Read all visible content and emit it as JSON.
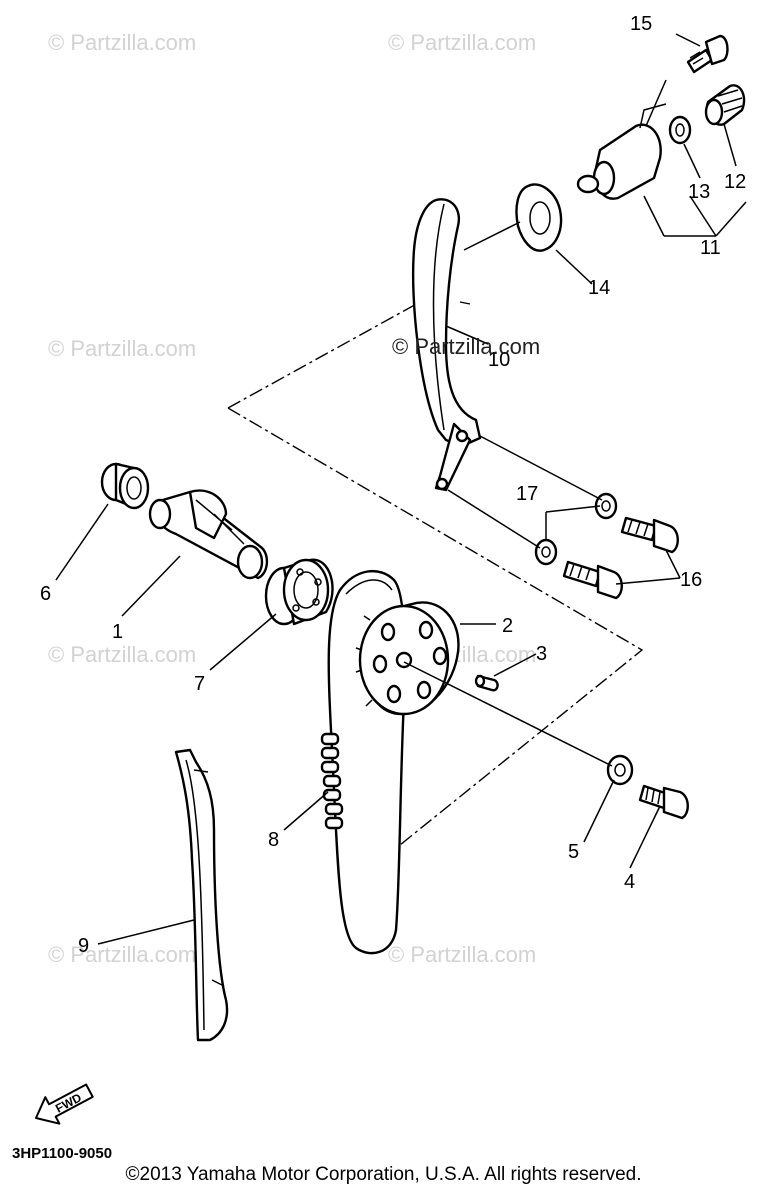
{
  "watermark": "© Partzilla.com",
  "diagram_code": "3HP1100-9050",
  "copyright": "©2013 Yamaha Motor Corporation, U.S.A. All rights reserved.",
  "fwd_label": "FWD",
  "callouts": [
    "1",
    "2",
    "3",
    "4",
    "5",
    "6",
    "7",
    "8",
    "9",
    "10",
    "11",
    "12",
    "13",
    "14",
    "15",
    "16",
    "17"
  ]
}
